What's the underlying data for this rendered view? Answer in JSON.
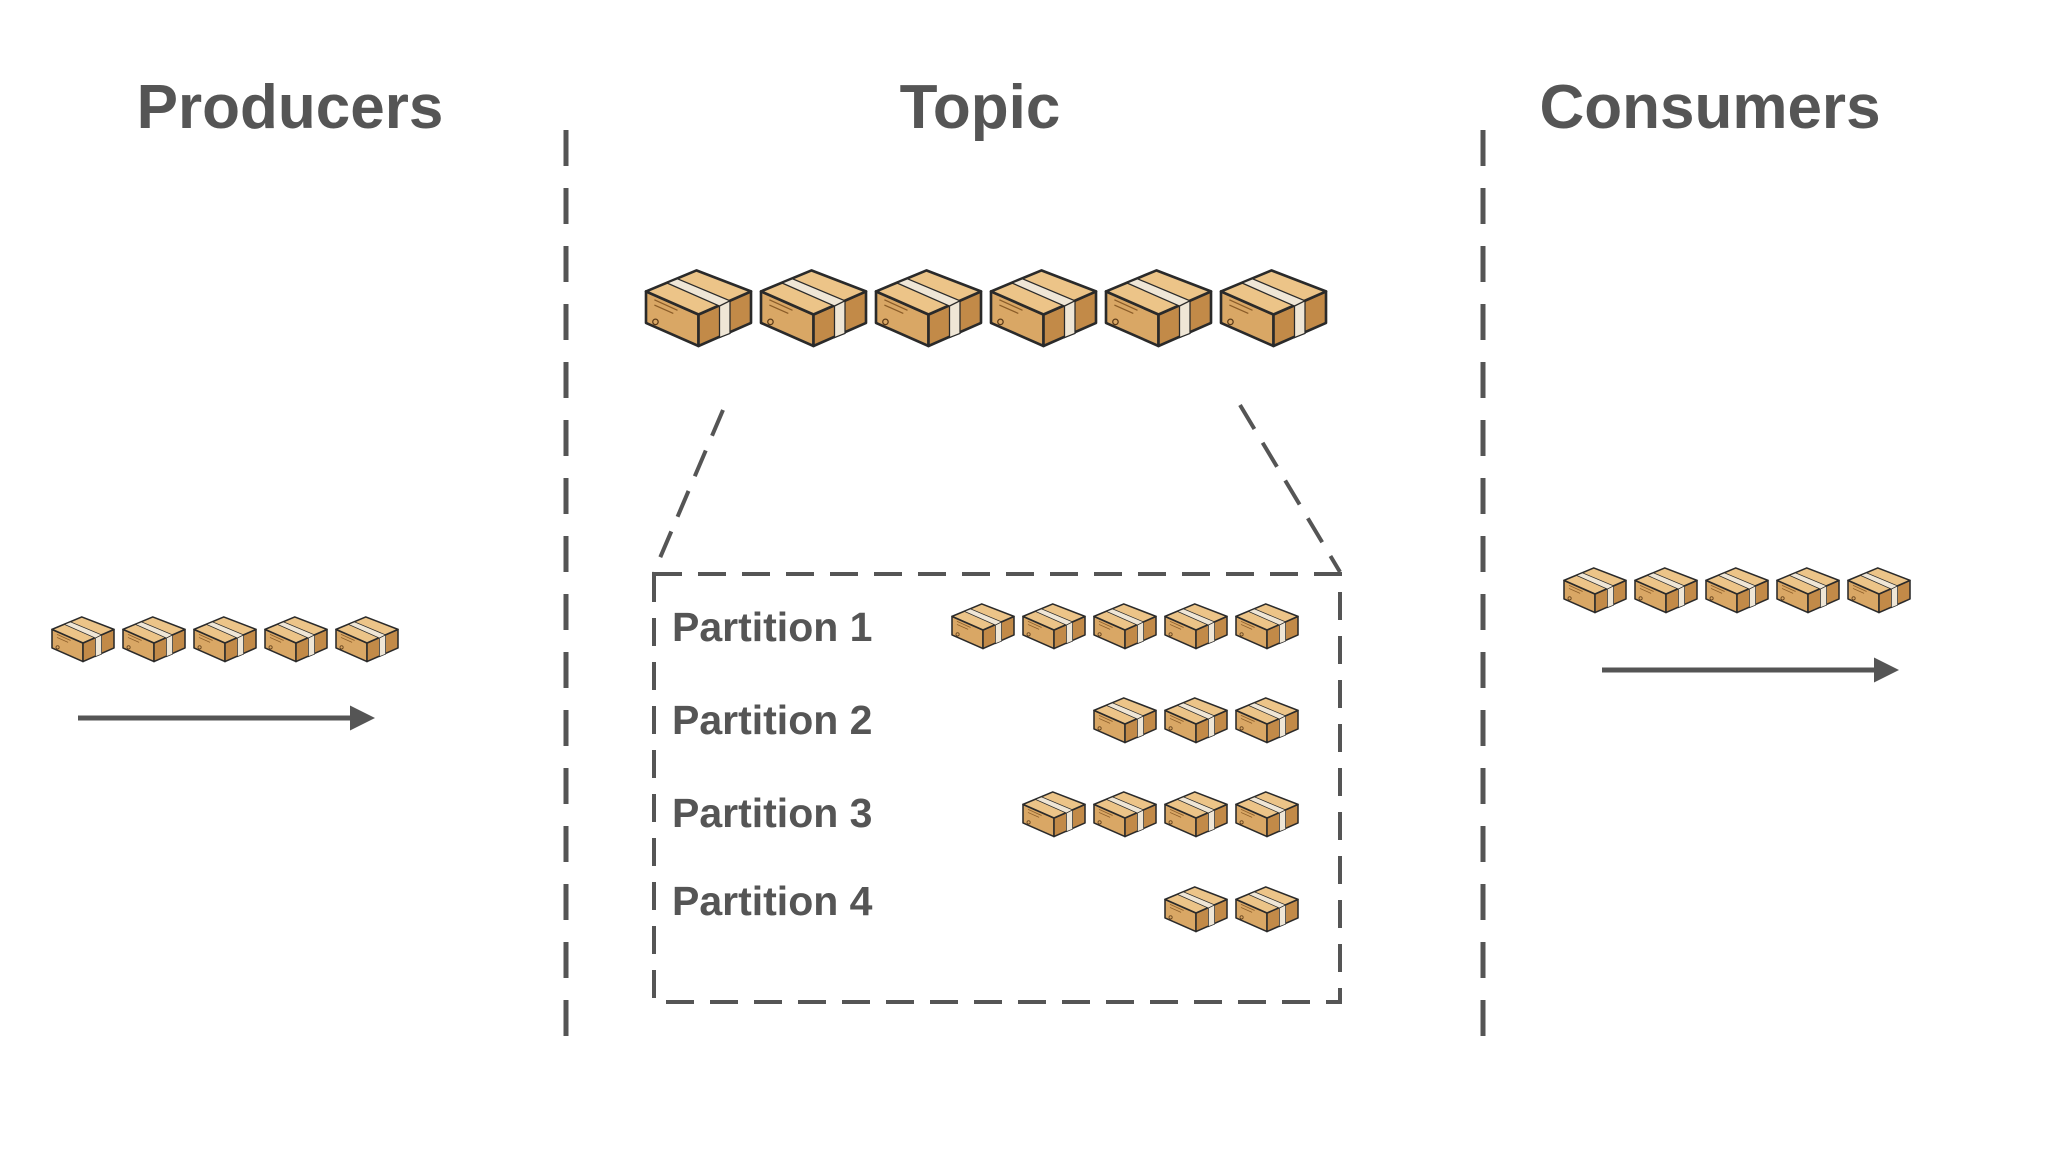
{
  "columns": {
    "producers": "Producers",
    "topic": "Topic",
    "consumers": "Consumers"
  },
  "partitions": [
    {
      "label": "Partition 1",
      "message_count": 5
    },
    {
      "label": "Partition 2",
      "message_count": 3
    },
    {
      "label": "Partition 3",
      "message_count": 4
    },
    {
      "label": "Partition 4",
      "message_count": 2
    }
  ],
  "topic_message_count": 6,
  "producer_message_count": 5,
  "consumer_message_count": 5,
  "colors": {
    "text": "#555555",
    "lines": "#555555",
    "box_front": "#d9a765",
    "box_side": "#c28a48",
    "box_top": "#ecc488",
    "tape": "#efe6d6",
    "outline": "#2a2a2a"
  },
  "icons": {
    "message": "package-box-icon",
    "flow": "arrow-right-icon"
  }
}
